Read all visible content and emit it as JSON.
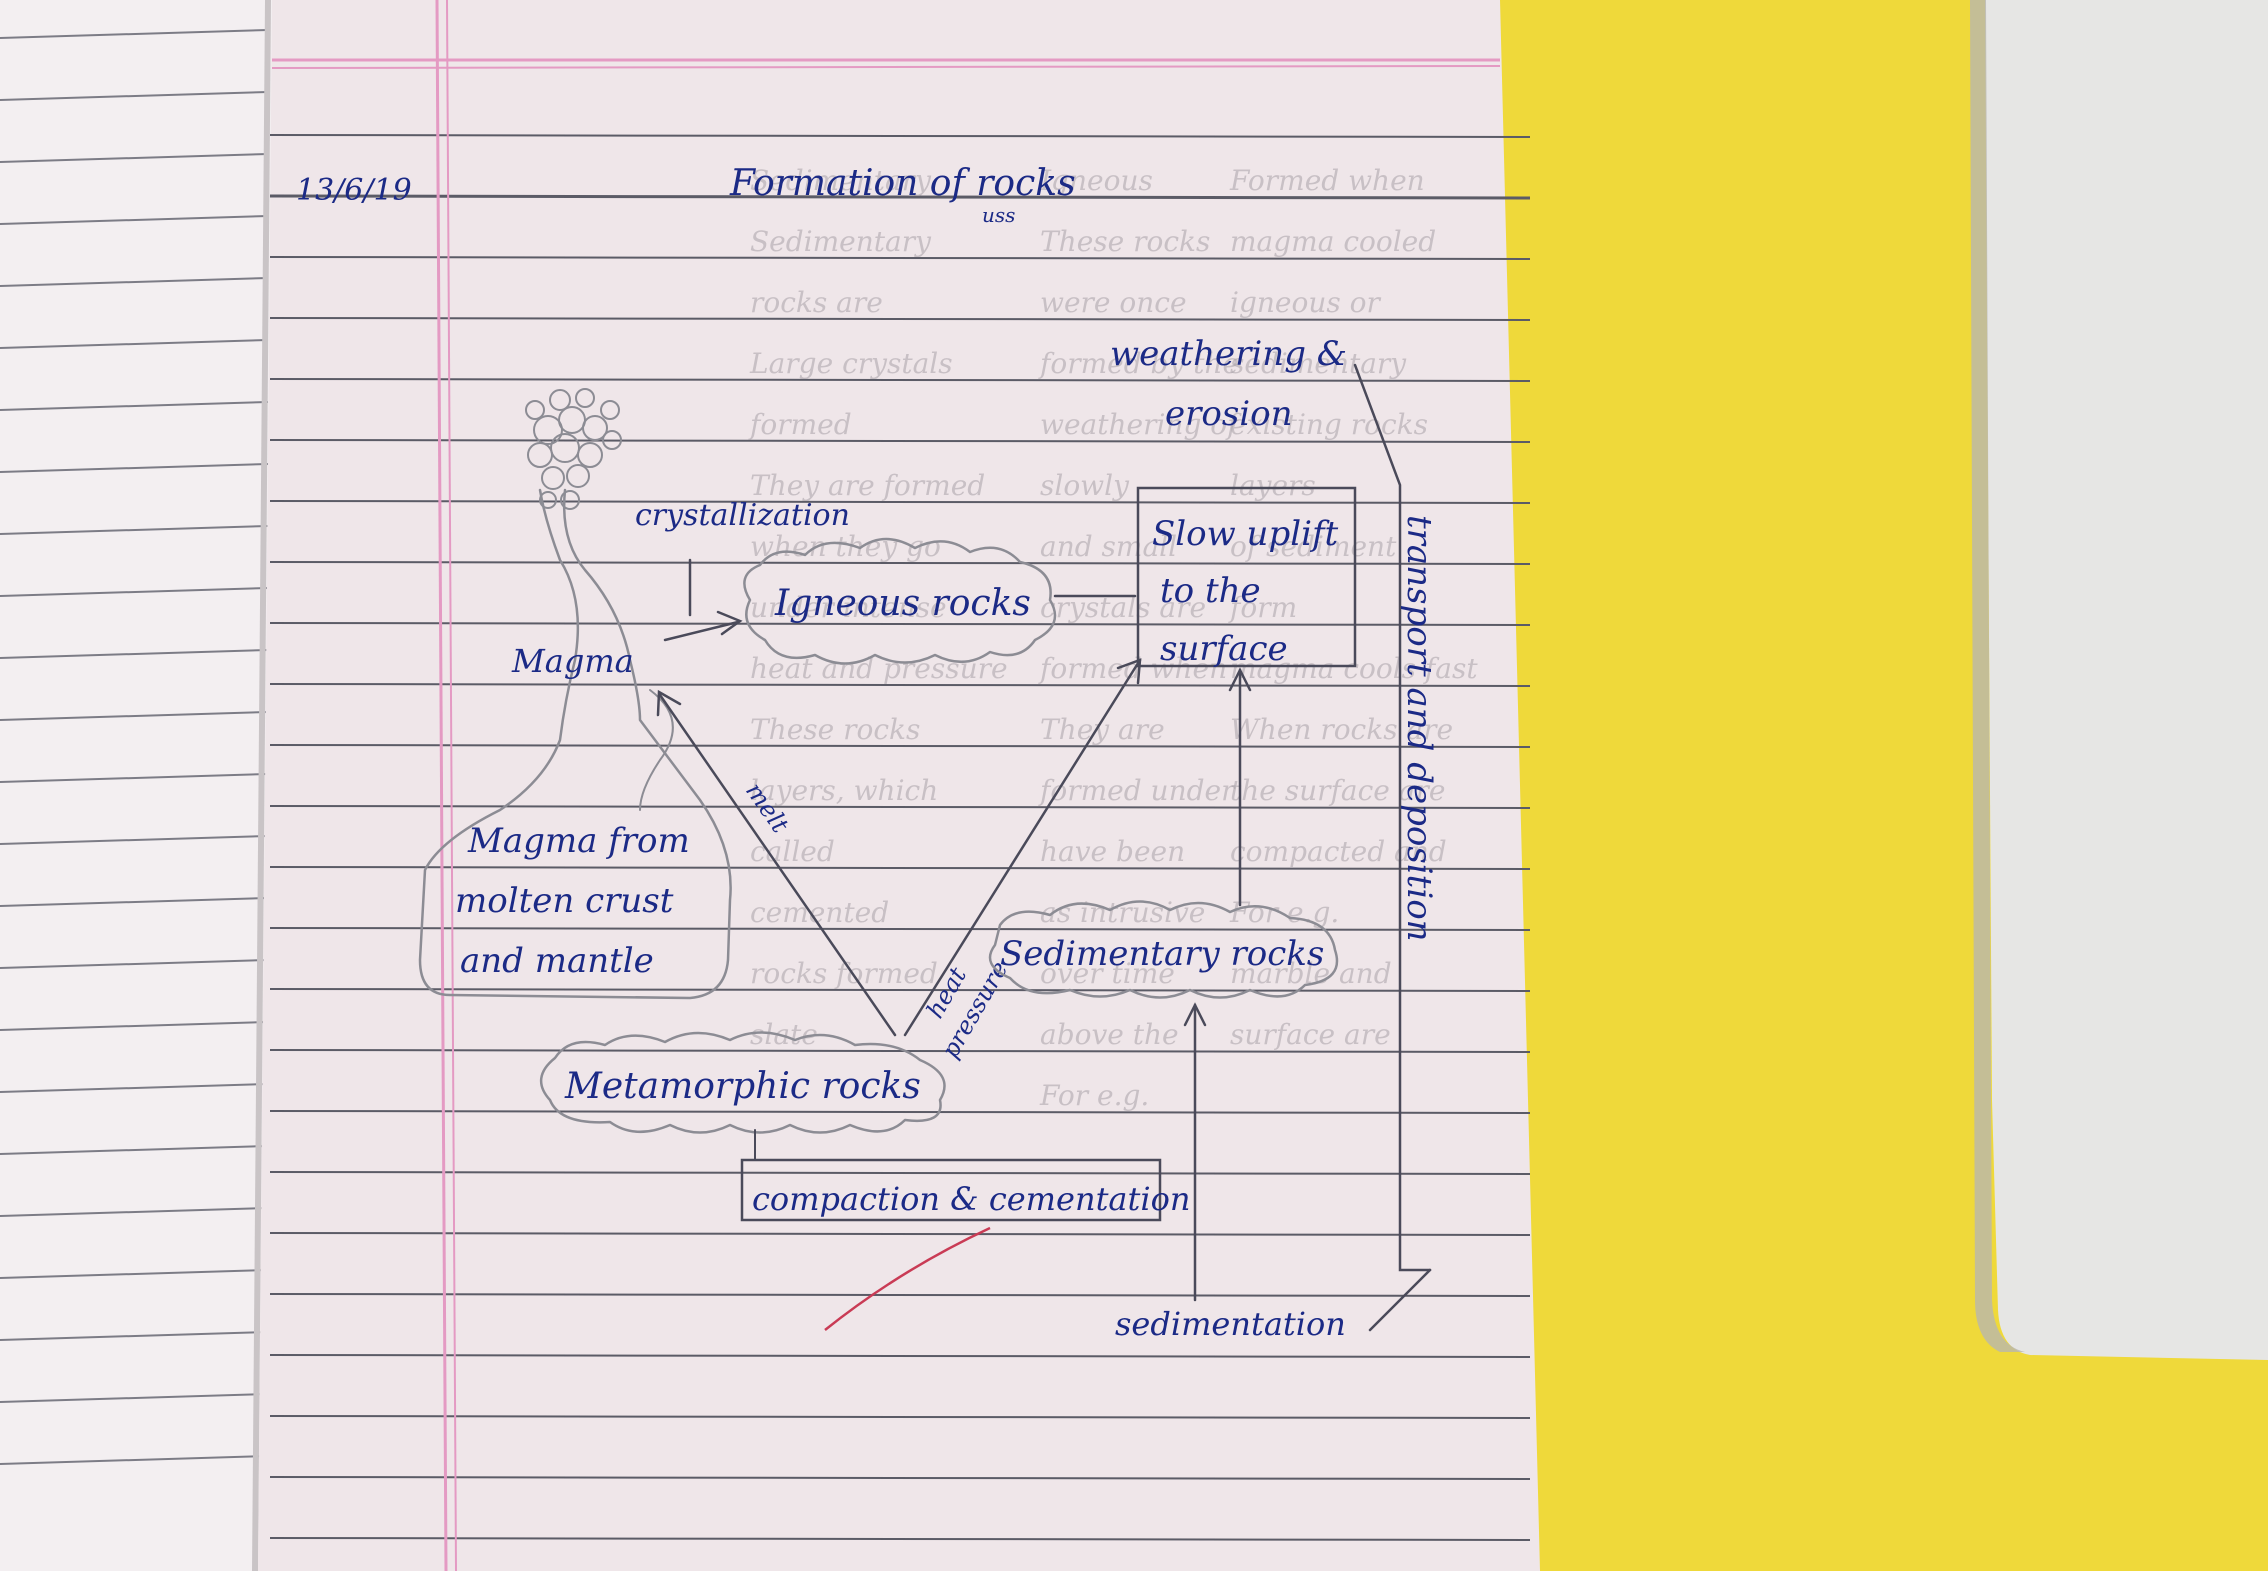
{
  "page": {
    "date": "13/6/19",
    "title": "Formation of rocks",
    "title_note": "uss"
  },
  "diagram": {
    "nodes": {
      "magma": "Magma",
      "magma_source": [
        "Magma from",
        "molten crust",
        "and mantle"
      ],
      "igneous": "Igneous rocks",
      "uplift": [
        "Slow uplift",
        "to the",
        "surface"
      ],
      "sedimentary": "Sedimentary rocks",
      "metamorphic": "Metamorphic rocks",
      "compaction": "compaction & cementation"
    },
    "labels": {
      "crystallization": "crystallization",
      "weathering": [
        "weathering &",
        "erosion"
      ],
      "transport": "transport and deposition",
      "sedimentation": "sedimentation",
      "melt": "melt",
      "heat": "heat",
      "pressure": "pressure"
    }
  },
  "colors": {
    "background": "#efd93a",
    "paper": "#efe6e9",
    "ink": "#1b2a86",
    "margin_line": "#e49ac3",
    "rule_line": "#5b5b66"
  },
  "bleed_through": [
    "Igneous",
    "Sedimentary",
    "Formed when",
    "These rocks",
    "Sedimentary",
    "magma cooled",
    "were once",
    "rocks are",
    "igneous or",
    "formed by the",
    "Large crystals",
    "sedimentary",
    "weathering of",
    "formed",
    "existing rocks",
    "slowly",
    "They are formed",
    "layers",
    "and small",
    "when they go",
    "of sediment",
    "crystals are",
    "under intense",
    "form",
    "formed when",
    "heat and pressure",
    "magma cools fast",
    "They are",
    "These rocks",
    "When rocks are",
    "formed under",
    "layers, which",
    "the surface are",
    "have been",
    "called",
    "compacted and",
    "as intrusive",
    "cemented",
    "For e.g.",
    "over time",
    "rocks formed",
    "marble and",
    "above the",
    "slate",
    "surface are",
    "For e.g."
  ]
}
